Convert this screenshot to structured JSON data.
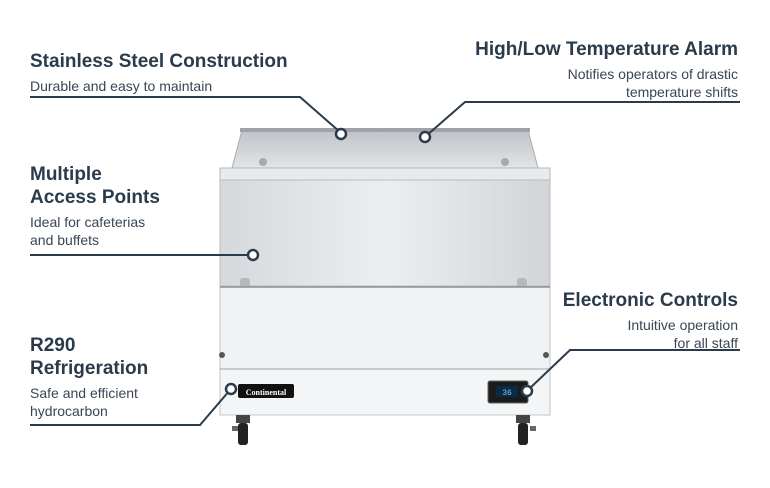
{
  "brand": {
    "logo_text": "Continental",
    "display_reading": "36"
  },
  "features": [
    {
      "title": "Stainless Steel Construction",
      "desc": "Durable and easy to maintain"
    },
    {
      "title": "High/Low Temperature Alarm",
      "desc_1": "Notifies operators of drastic",
      "desc_2": "temperature shifts"
    },
    {
      "title_1": "Multiple",
      "title_2": "Access Points",
      "desc_1": "Ideal for cafeterias",
      "desc_2": "and buffets"
    },
    {
      "title": "Electronic Controls",
      "desc_1": "Intuitive operation",
      "desc_2": "for all staff"
    },
    {
      "title_1": "R290",
      "title_2": "Refrigeration",
      "desc_1": "Safe and efficient",
      "desc_2": "hydrocarbon"
    }
  ],
  "colors": {
    "heading": "#2a3b4c",
    "line": "#2a3b4c",
    "steel": "#d9dcdf"
  }
}
